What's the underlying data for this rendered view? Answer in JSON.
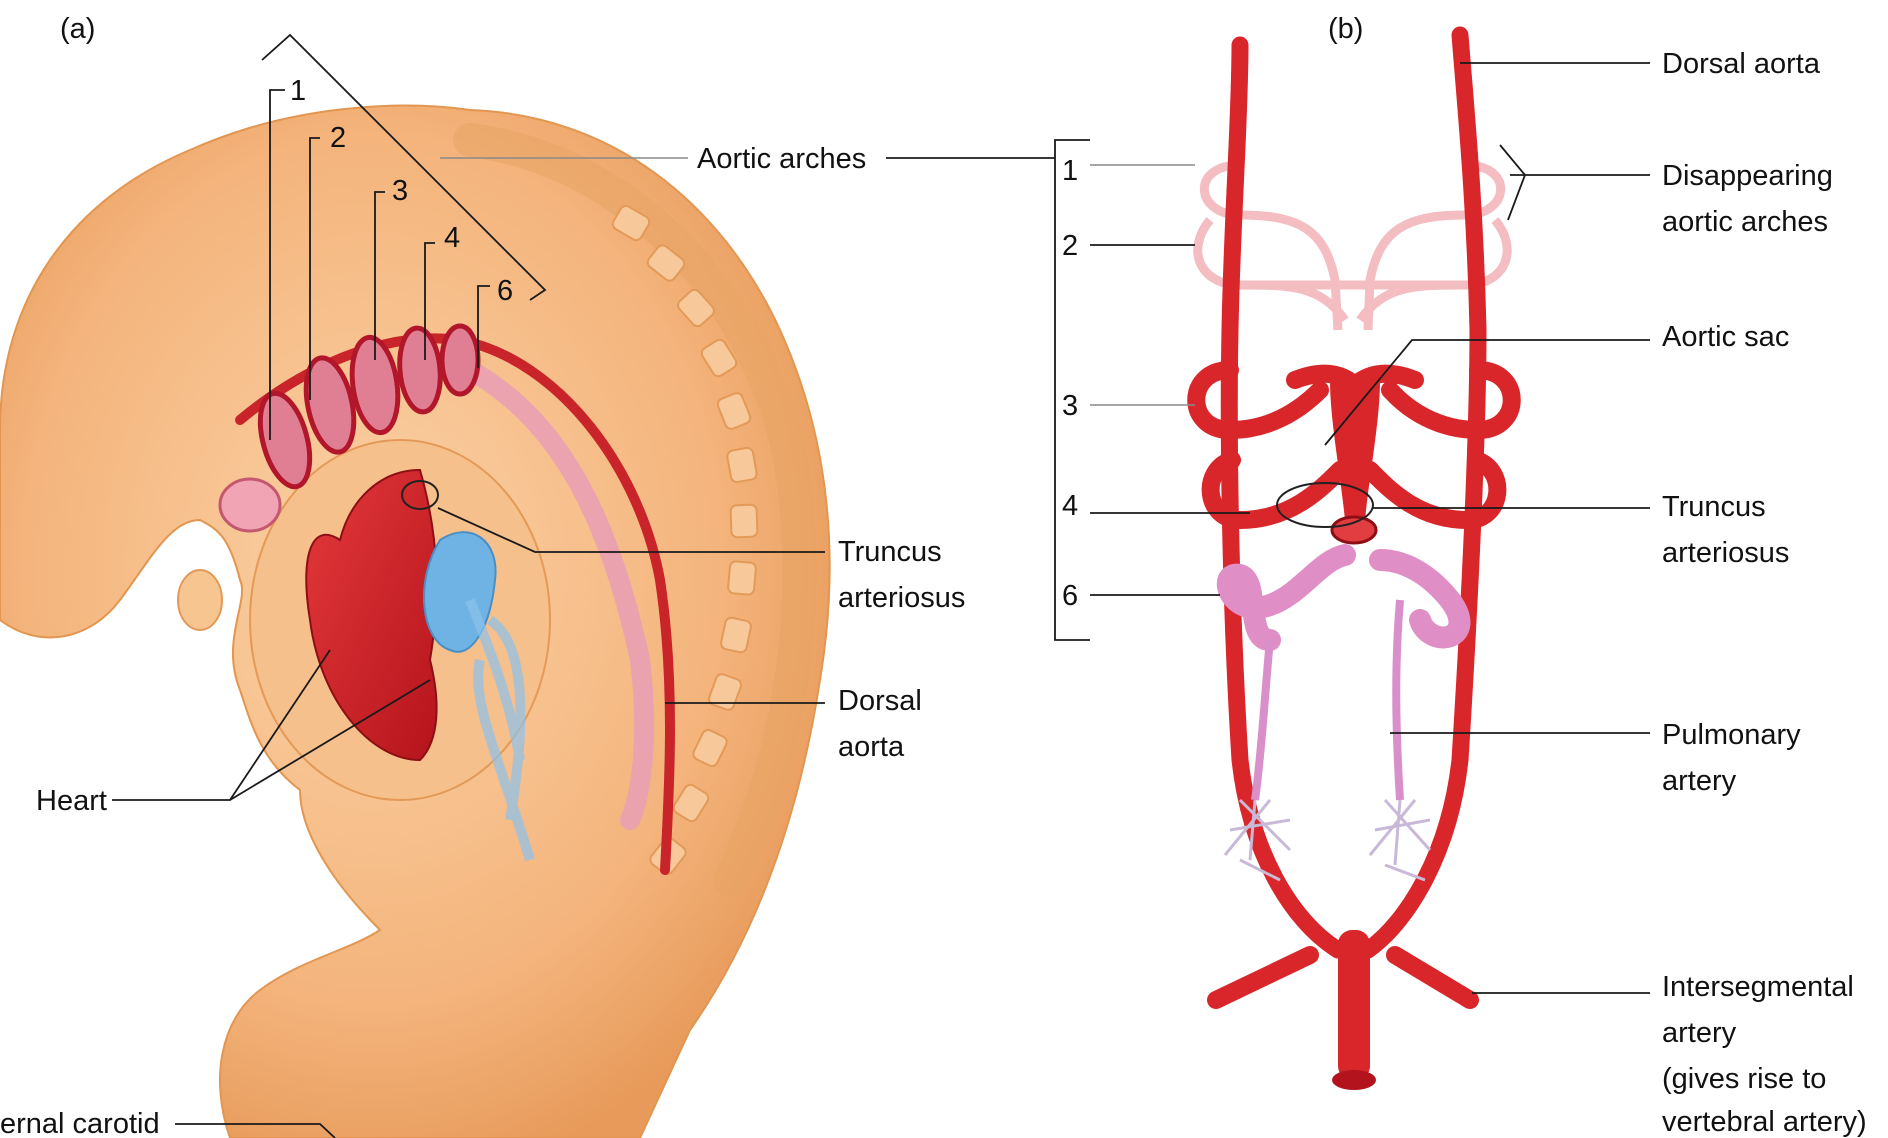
{
  "panel_a": {
    "panel_label": "(a)",
    "arch_numbers": [
      "1",
      "2",
      "3",
      "4",
      "6"
    ],
    "labels": {
      "aortic_arches": "Aortic arches",
      "truncus_line1": "Truncus",
      "truncus_line2": "arteriosus",
      "dorsal_aorta_line1": "Dorsal",
      "dorsal_aorta_line2": "aorta",
      "heart": "Heart",
      "internal_carotid_partial": "ernal carotid"
    }
  },
  "panel_b": {
    "panel_label": "(b)",
    "arch_numbers": [
      "1",
      "2",
      "3",
      "4",
      "6"
    ],
    "labels": {
      "dorsal_aorta": "Dorsal aorta",
      "disappearing_line1": "Disappearing",
      "disappearing_line2": "aortic arches",
      "aortic_sac": "Aortic sac",
      "truncus_line1": "Truncus",
      "truncus_line2": "arteriosus",
      "pulmonary_line1": "Pulmonary",
      "pulmonary_line2": "artery",
      "intersegmental_line1": "Intersegmental",
      "intersegmental_line2": "artery",
      "intersegmental_line3": "(gives rise to",
      "intersegmental_line4": "vertebral artery)"
    }
  },
  "colors": {
    "embryo_tissue": "#f4b47c",
    "artery_red": "#d8262a",
    "arch_pink": "#e07f94",
    "vein_blue": "#6fb2e4",
    "disappearing_pink": "#f2b6bb",
    "pulmonary_pink": "#e08ec6"
  }
}
